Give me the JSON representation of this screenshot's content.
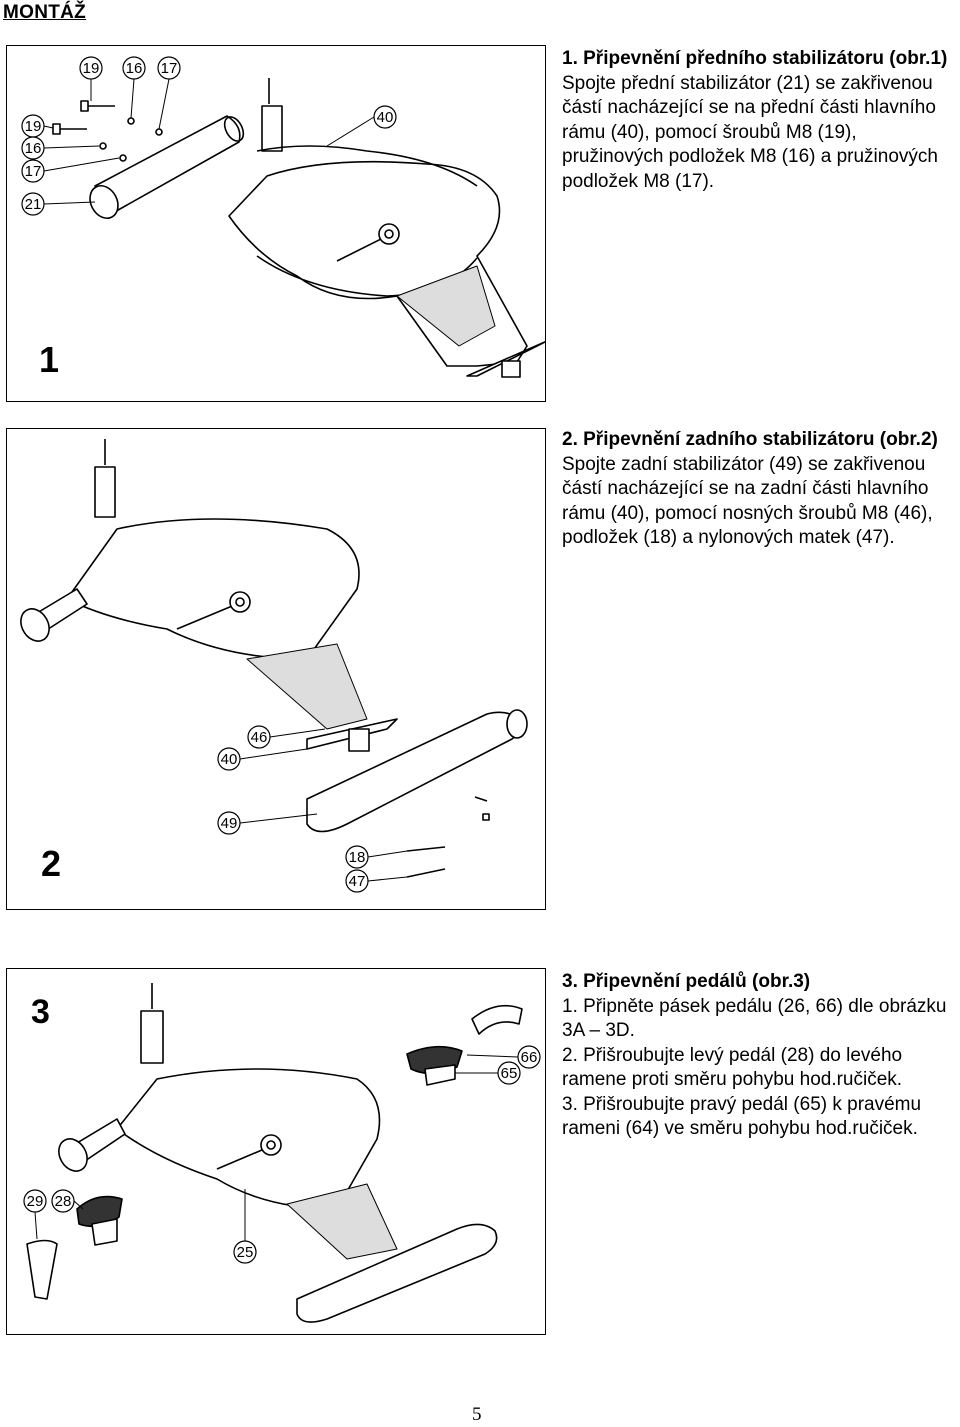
{
  "header": {
    "title": "MONTÁŽ"
  },
  "sections": [
    {
      "title": "1. Připevnění předního stabilizátoru (obr.1)",
      "body": "Spojte přední stabilizátor (21) se zakřivenou částí nacházející se na přední části hlavního rámu (40), pomocí šroubů M8 (19), pružinových podložek M8 (16) a pružinových podložek M8 (17).",
      "figure": {
        "number": "1",
        "callouts": [
          "19",
          "16",
          "17",
          "19",
          "16",
          "17",
          "21",
          "40"
        ]
      }
    },
    {
      "title": "2. Připevnění zadního stabilizátoru (obr.2)",
      "body": "Spojte zadní stabilizátor (49) se zakřivenou částí nacházející se na zadní části hlavního rámu (40), pomocí nosných šroubů M8 (46), podložek (18) a nylonových matek (47).",
      "figure": {
        "number": "2",
        "callouts": [
          "46",
          "40",
          "49",
          "18",
          "47"
        ]
      }
    },
    {
      "title": "3. Připevnění pedálů (obr.3)",
      "steps": [
        "1. Připněte pásek pedálu (26, 66) dle obrázku 3A – 3D.",
        "2. Přišroubujte levý pedál (28) do levého ramene proti směru pohybu hod.ručiček.",
        "3. Přišroubujte pravý pedál (65) k pravému rameni (64) ve směru pohybu hod.ručiček."
      ],
      "figure": {
        "number": "3",
        "callouts": [
          "66",
          "65",
          "29",
          "28",
          "25"
        ]
      }
    }
  ],
  "footer": {
    "page_number": "5"
  }
}
